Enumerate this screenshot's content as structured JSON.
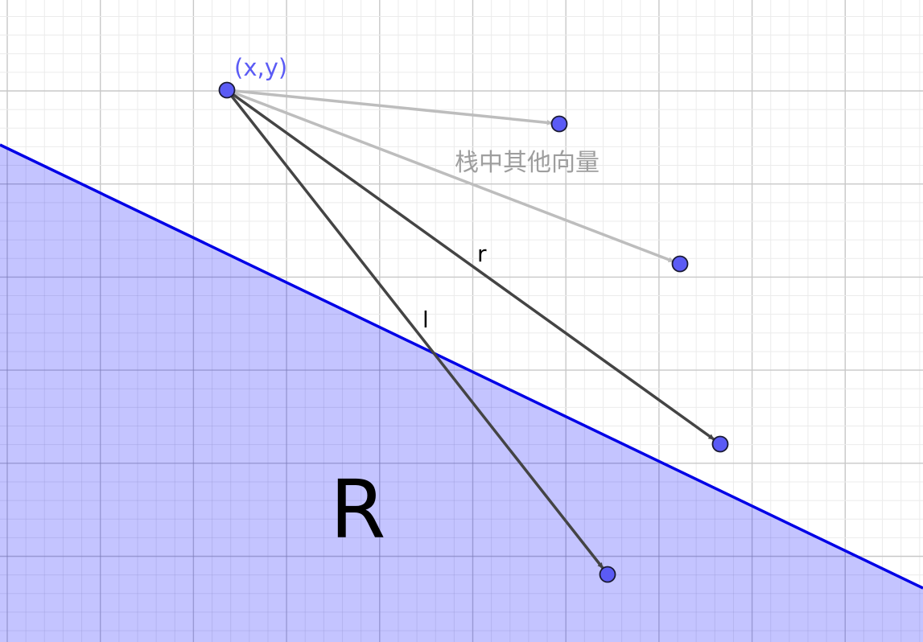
{
  "labels": {
    "origin": "(x,y)",
    "stack_note": "栈中其他向量",
    "vec_r": "r",
    "vec_l": "l",
    "region": "R"
  },
  "colors": {
    "region_fill": "#bfbfff",
    "boundary": "#0000e6",
    "point_fill": "#5b5bf5",
    "point_stroke": "#1a1a33",
    "vector_dark": "#444444",
    "vector_light": "#bdbdbd",
    "origin_label": "#5b5bf5",
    "note_label": "#9e9e9e",
    "grid_major": "#c8c8c8",
    "grid_minor": "#ebebeb"
  },
  "icons": {
    "point": "circle-point-icon",
    "arrow": "arrowhead-icon"
  }
}
